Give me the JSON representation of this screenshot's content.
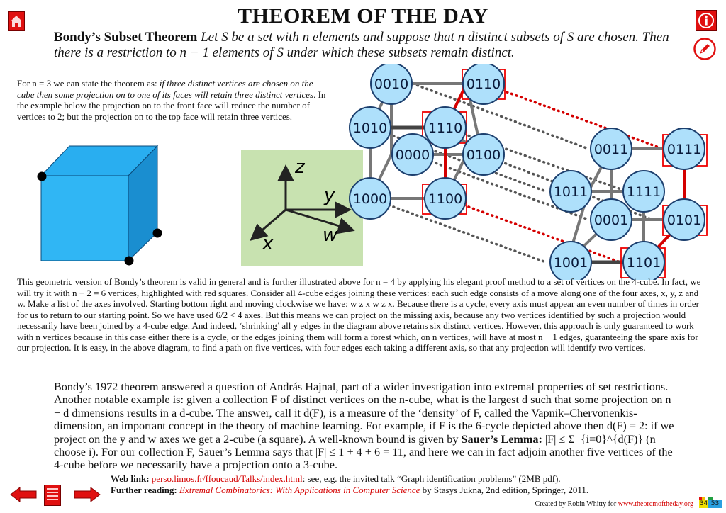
{
  "header": {
    "title": "THEOREM OF THE DAY",
    "theorem_name": "Bondy’s Subset Theorem",
    "statement": "Let S  be a set with n elements and suppose that n distinct subsets of S  are chosen. Then there is a restriction to n − 1 elements of S  under which these subsets remain distinct."
  },
  "intro": {
    "lead": "For n = 3 we can state the theorem as: ",
    "italic": "if three distinct vertices are chosen on the cube then some projection on to one of its faces will retain three distinct vertices",
    "tail": ".  In the example below the projection on to the front face will reduce the number of vertices to 2; but the projection on to the top face will retain three vertices."
  },
  "axes": {
    "z": "z",
    "y": "y",
    "w": "w",
    "x": "x"
  },
  "graph_nodes": [
    "0010",
    "0110",
    "1010",
    "1110",
    "0000",
    "0100",
    "1000",
    "1100",
    "0011",
    "0111",
    "1011",
    "1111",
    "0001",
    "0101",
    "1001",
    "1101"
  ],
  "middle_paragraph": "This geometric version of Bondy’s theorem is valid in general and is further illustrated above for n = 4 by applying his elegant proof method to a set of vertices on the 4-cube. In fact, we will try it with n + 2 = 6 vertices, highlighted with red squares. Consider all 4-cube edges joining these vertices: each such edge consists of a move along one of the four axes, x, y, z and w. Make a list of the axes involved. Starting bottom right and moving clockwise we have: w z x w z x. Because there is a cycle, every axis must appear an even number of times in order for us to return to our starting point. So we have used 6/2 < 4 axes. But this means we can project on the missing axis, because any two vertices identified by such a projection would necessarily have been joined by a 4-cube edge. And indeed, ‘shrinking’ all y edges in the diagram above retains six distinct vertices. However, this approach is only guaranteed to work with n vertices because in this case either there is a cycle, or the edges joining them will form a forest which, on n vertices, will have at most n − 1 edges, guaranteeing the spare axis for our projection. It is easy, in the above diagram, to find a path on five vertices, with four edges each taking a different axis, so that any projection will identify two vertices.",
  "lower_paragraph_1": "Bondy’s 1972 theorem answered a question of András Hajnal, part of a wider investigation into extremal properties of set restrictions. Another notable example is: given a collection F of distinct vertices on the n-cube, what is the largest d such that some projection on n − d dimensions results in a d-cube. The answer, call it d(F), is a measure of the ‘density’ of F, called the Vapnik–Chervonenkis-dimension, an important concept in the theory of machine learning. For example, if F is the 6-cycle depicted above then d(F) = 2: if we project on the y and w axes we get a 2-cube (a square). A well-known bound is given by",
  "sauer_label": "Sauer’s Lemma:",
  "sauer_formula": " |F| ≤ Σ_{i=0}^{d(F)} (n choose i).",
  "lower_paragraph_2": " For our collection F, Sauer’s Lemma says that |F| ≤ 1 + 4 + 6 = 11, and here we can in fact adjoin another five vertices of the 4-cube before we necessarily have a projection onto a 3-cube.",
  "links": {
    "web_label": "Web link:",
    "web_url": "perso.limos.fr/ffoucaud/Talks/index.html",
    "web_tail": ": see, e.g. the invited talk “Graph identification problems” (2MB pdf).",
    "reading_label": "Further reading:",
    "reading_title": "Extremal Combinatorics: With Applications in Computer Science",
    "reading_tail": " by Stasys Jukna, 2nd edition, Springer, 2011."
  },
  "credit": {
    "text": "Created by Robin Whitty for ",
    "site": "www.theoremoftheday.org"
  },
  "page_badge": {
    "left": "34",
    "right": "53"
  },
  "colors": {
    "accent_red": "#d40000",
    "node_fill": "#aee0fb",
    "node_stroke": "#1c3f6e",
    "cube_blue": "#29aef0",
    "axes_bg": "#c8e2b0"
  }
}
